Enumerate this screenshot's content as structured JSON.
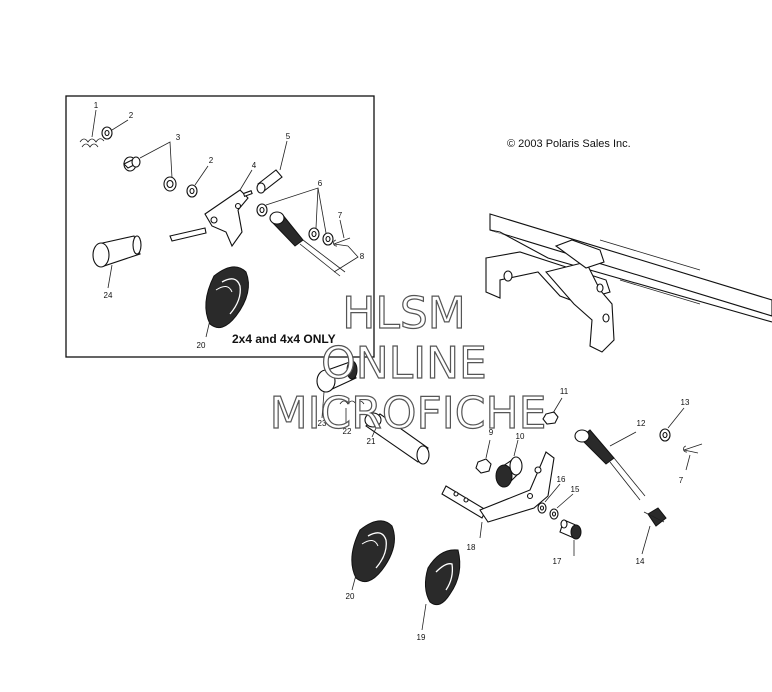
{
  "copyright": "© 2003 Polaris Sales Inc.",
  "inset_note": "2x4 and 4x4 ONLY",
  "watermark": {
    "line1": "HLSM",
    "line2": "ONLINE",
    "line3": "MICROFICHE"
  },
  "callouts": {
    "c1": "1",
    "c2a": "2",
    "c3": "3",
    "c2b": "2",
    "c4": "4",
    "c5": "5",
    "c6": "6",
    "c7a": "7",
    "c8": "8",
    "c24": "24",
    "c20a": "20",
    "c11": "11",
    "c13": "13",
    "c9": "9",
    "c10": "10",
    "c12": "12",
    "c7b": "7",
    "c23": "23",
    "c22": "22",
    "c21": "21",
    "c16": "16",
    "c15": "15",
    "c14": "14",
    "c17": "17",
    "c18": "18",
    "c20b": "20",
    "c19": "19"
  }
}
